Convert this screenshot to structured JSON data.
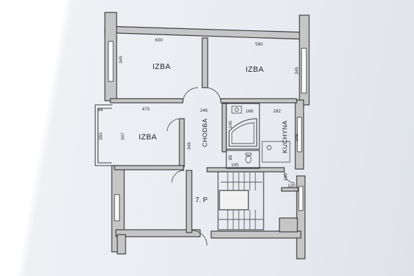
{
  "rooms": {
    "room_top_left": "IZBA",
    "room_top_right": "IZBA",
    "room_middle_left": "IZBA",
    "corridor": "CHODBA",
    "kitchen": "KUCHYNA",
    "stair_floor": "7. P"
  },
  "dimensions": {
    "top_left_width": "600",
    "top_right_width": "590",
    "top_left_height": "345",
    "top_right_height": "345",
    "middle_left_width": "475",
    "corridor_width": "246",
    "balcony_width": "96",
    "balcony_height": "350",
    "middle_left_height_outer": "347",
    "middle_left_height_inner": "346",
    "bath_width": "166",
    "bath_height": "245",
    "kitchen_width": "282",
    "kitchen_height": "346",
    "wc_width": "105",
    "wc_height": "85",
    "pantry_height": "100",
    "pantry_width": "120"
  },
  "colors": {
    "wall_fill": "#c6c6c6",
    "line": "#3a3a3a"
  }
}
